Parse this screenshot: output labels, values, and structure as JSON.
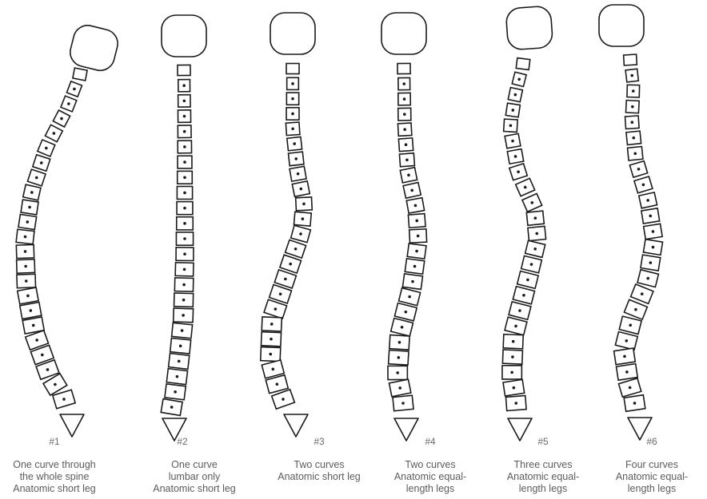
{
  "figure": {
    "spines": [
      {
        "number": "#1",
        "caption": [
          "One curve through",
          "the whole spine",
          "Anatomic short leg"
        ],
        "curve": "one-curve-whole-spine"
      },
      {
        "number": "#2",
        "caption": [
          "One curve",
          "lumbar only",
          "Anatomic short leg"
        ],
        "curve": "one-curve-lumbar"
      },
      {
        "number": "#3",
        "caption": [
          "Two curves",
          "Anatomic short leg"
        ],
        "curve": "two-curves"
      },
      {
        "number": "#4",
        "caption": [
          "Two curves",
          "Anatomic equal-",
          "length legs"
        ],
        "curve": "two-curves-equal"
      },
      {
        "number": "#5",
        "caption": [
          "Three curves",
          "Anatomic equal-",
          "length legs"
        ],
        "curve": "three-curves"
      },
      {
        "number": "#6",
        "caption": [
          "Four curves",
          "Anatomic equal-",
          "length legs"
        ],
        "curve": "four-curves"
      }
    ],
    "colors": {
      "outline": "#1a1a1a",
      "label": "#6b6b6b",
      "fill": "#ffffff"
    }
  }
}
